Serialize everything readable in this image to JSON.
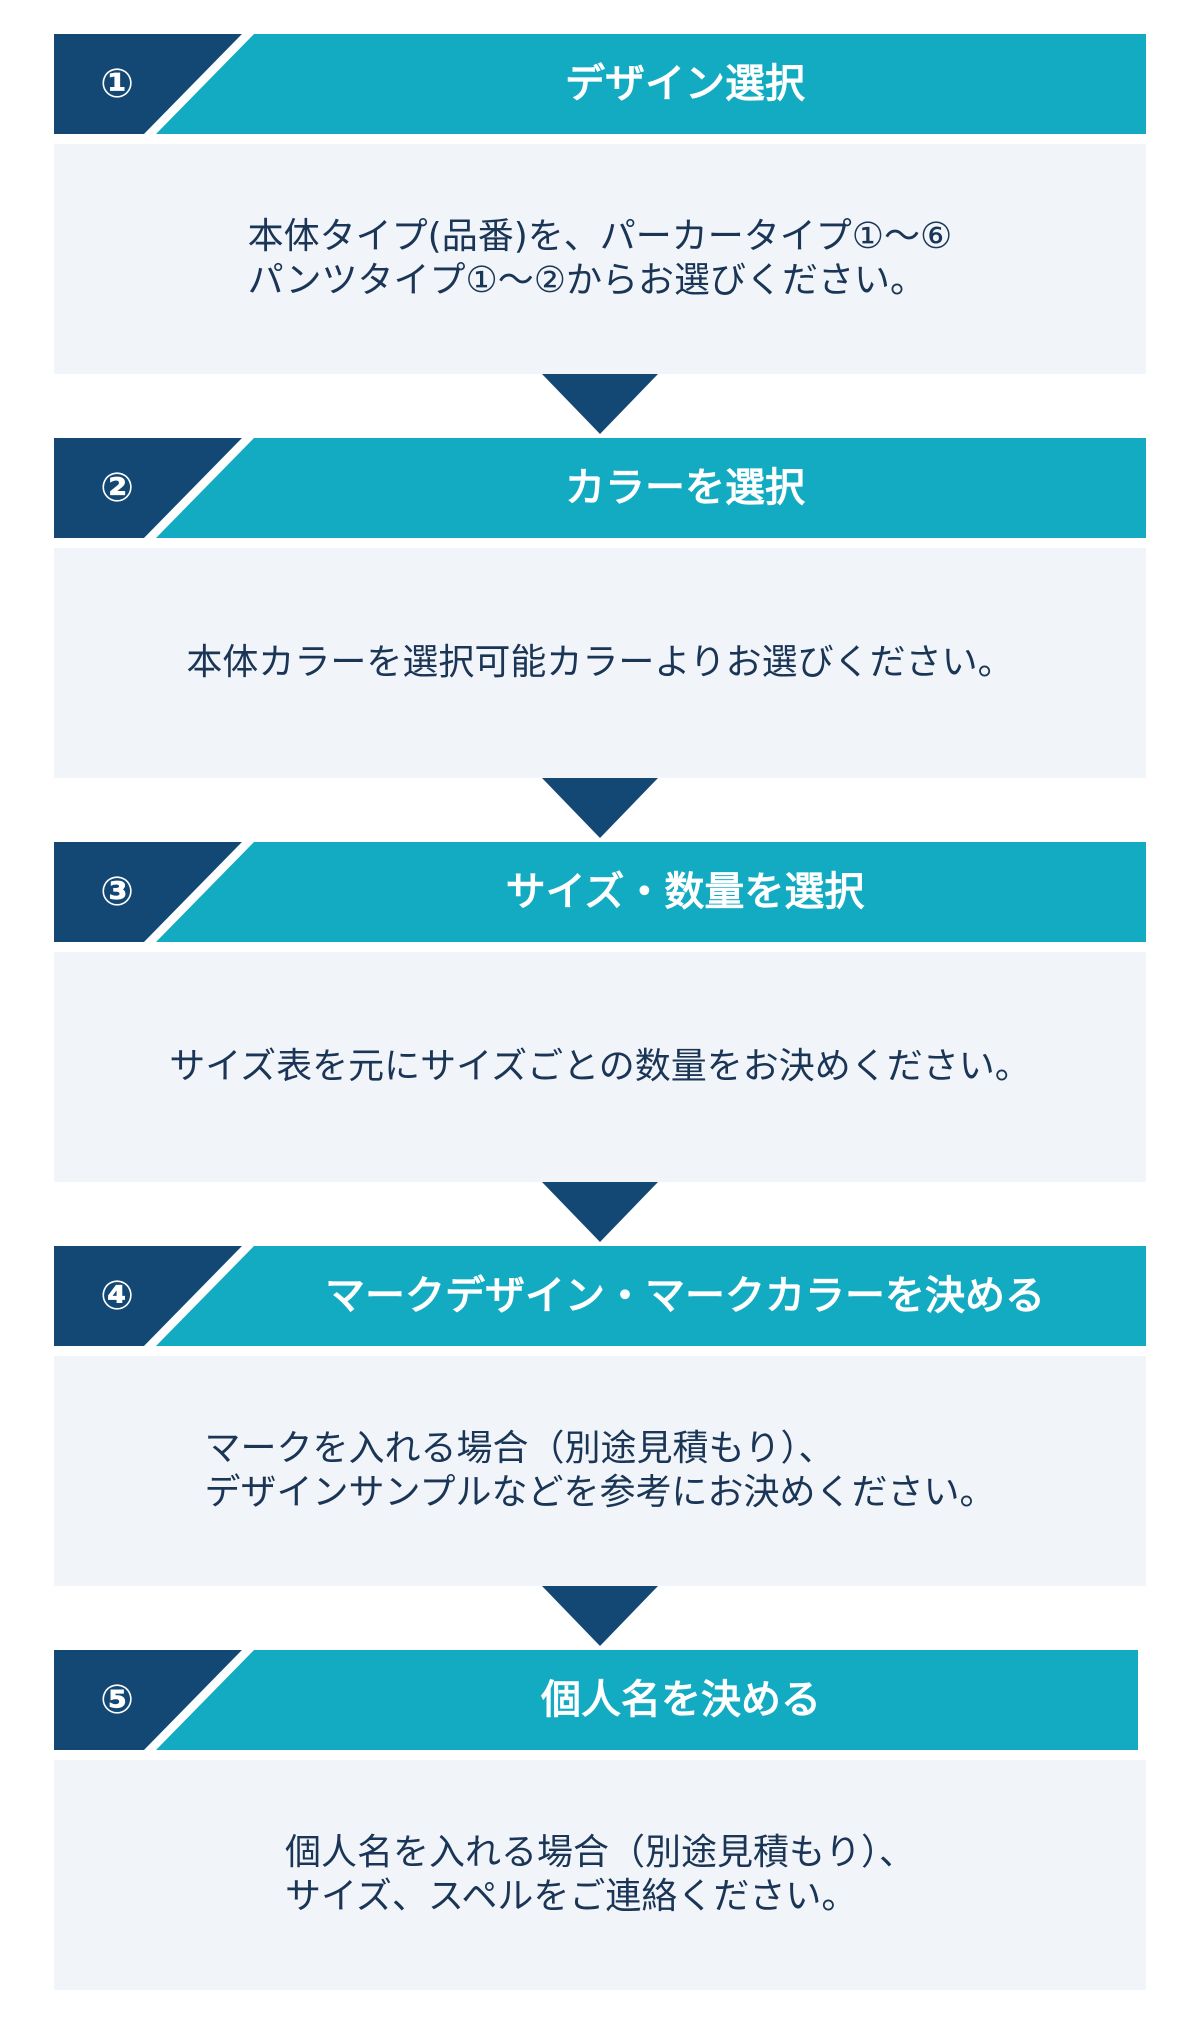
{
  "steps": [
    {
      "number": "①",
      "title": "デザイン選択",
      "body": [
        "本体タイプ(品番)を、パーカータイプ①〜⑥",
        "パンツタイプ①〜②からお選びください。"
      ]
    },
    {
      "number": "②",
      "title": "カラーを選択",
      "body": [
        "本体カラーを選択可能カラーよりお選びください。"
      ]
    },
    {
      "number": "③",
      "title": "サイズ・数量を選択",
      "body": [
        "サイズ表を元にサイズごとの数量をお決めください。"
      ]
    },
    {
      "number": "④",
      "title": "マークデザイン・マークカラーを決める",
      "body": [
        "マークを入れる場合（別途見積もり）、",
        "デザインサンプルなどを参考にお決めください。"
      ]
    },
    {
      "number": "⑤",
      "title": "個人名を決める",
      "body": [
        "個人名を入れる場合（別途見積もり）、",
        "サイズ、スペルをご連絡ください。"
      ]
    }
  ],
  "colors": {
    "header": "#12abc2",
    "number_block": "#134874",
    "body_background": "#f1f5f9",
    "body_text": "#1a3556",
    "arrow": "#134874"
  }
}
